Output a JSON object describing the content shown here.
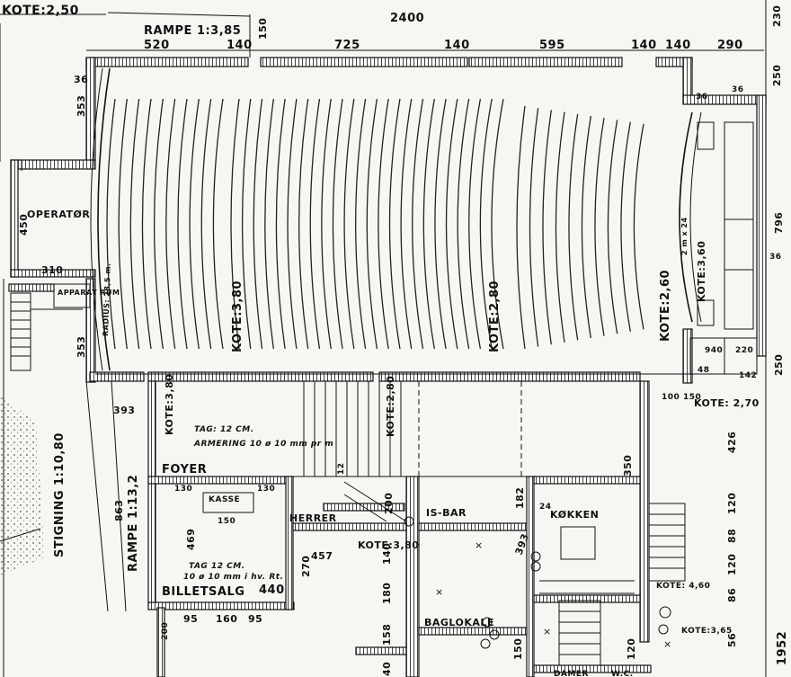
{
  "plan": {
    "levels": {
      "top_left": "KOTE:2,50",
      "hall_left": "KOTE:3,80",
      "hall_mid": "KOTE:2,80",
      "hall_right": "KOTE:2,60",
      "stage": "KOTE:3,60",
      "right_mid": "KOTE: 2,70",
      "foyer_left": "KOTE:3,80",
      "foyer_mid": "KOTE:2,80",
      "bar": "KOTE:3,80",
      "kitchen": "KOTE: 4,60",
      "bottom_right": "KOTE:3,65"
    },
    "ramps": {
      "top": "RAMPE 1:3,85",
      "left": "RAMPE 1:13,2",
      "slope": "STIGNING 1:10,80"
    },
    "rooms": {
      "operator": "OPERATØR",
      "apparat": "APPARAT RUM",
      "foyer": "FOYER",
      "kasse": "KASSE",
      "billetsalg": "BILLETSALG",
      "herrer": "HERRER",
      "isbar": "IS-BAR",
      "kokken": "KØKKEN",
      "baglokale": "BAGLOKALE",
      "damer": "DAMER",
      "wc": "W.C."
    },
    "notes": {
      "tag1": "TAG: 12 CM.",
      "armering1": "ARMERING 10 ø 10 mm pr m",
      "tag2": "TAG 12 CM.",
      "armering2": "10 ø 10 mm i hv. Rt.",
      "radius": "RADIUS: 28,5 m.",
      "seats_note": "2 m x 24",
      "year": "1952"
    },
    "dims_top": [
      "2400",
      "520",
      "140",
      "725",
      "140",
      "595",
      "140",
      "140",
      "290",
      "150",
      "230"
    ],
    "dims_right": [
      "230",
      "250",
      "796",
      "250",
      "426",
      "120",
      "88",
      "120",
      "86",
      "56"
    ],
    "dims_misc": [
      "36",
      "353",
      "36",
      "450",
      "310",
      "130",
      "353",
      "393",
      "863",
      "130",
      "130",
      "150",
      "469",
      "440",
      "270",
      "95",
      "160",
      "95",
      "200",
      "457",
      "12",
      "200",
      "182",
      "140",
      "180",
      "158",
      "393",
      "24",
      "350",
      "940",
      "220",
      "142",
      "100",
      "150",
      "120",
      "48",
      "36",
      "36",
      "36",
      "24",
      "40"
    ]
  }
}
